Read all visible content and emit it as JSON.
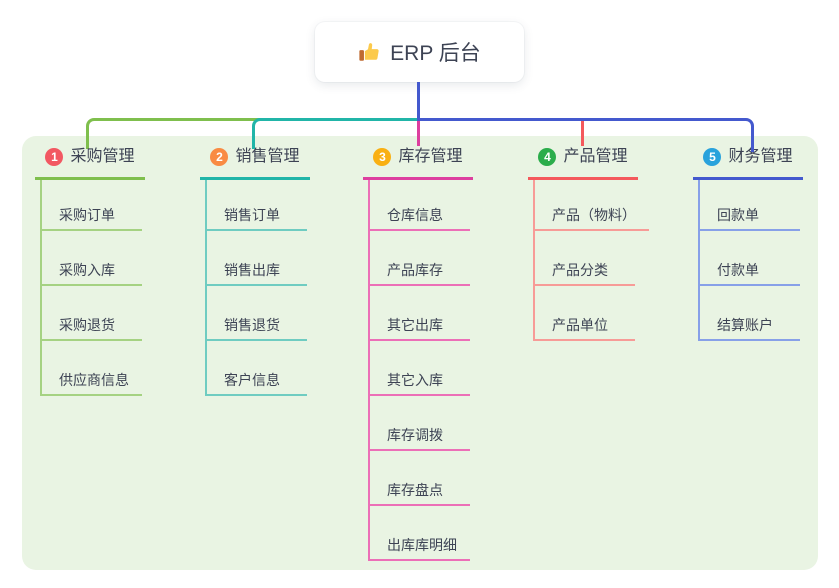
{
  "root": {
    "label": "ERP 后台",
    "icon": "thumbs-up-icon"
  },
  "branches": [
    {
      "number": "1",
      "title": "采购管理",
      "line_color": "#7fbf4d",
      "child_line_color": "#a5d282",
      "badge_color": "#f25862",
      "children": [
        "采购订单",
        "采购入库",
        "采购退货",
        "供应商信息"
      ]
    },
    {
      "number": "2",
      "title": "销售管理",
      "line_color": "#21b5a8",
      "child_line_color": "#6fccc1",
      "badge_color": "#f98b43",
      "children": [
        "销售订单",
        "销售出库",
        "销售退货",
        "客户信息"
      ]
    },
    {
      "number": "3",
      "title": "库存管理",
      "line_color": "#dd3f9f",
      "child_line_color": "#ec6fb7",
      "badge_color": "#f9b013",
      "children": [
        "仓库信息",
        "产品库存",
        "其它出库",
        "其它入库",
        "库存调拨",
        "库存盘点",
        "出库库明细"
      ]
    },
    {
      "number": "4",
      "title": "产品管理",
      "line_color": "#f4595c",
      "child_line_color": "#f79b97",
      "badge_color": "#2bad4b",
      "children": [
        "产品（物料）",
        "产品分类",
        "产品单位"
      ]
    },
    {
      "number": "5",
      "title": "财务管理",
      "line_color": "#4459ce",
      "child_line_color": "#87a0e8",
      "badge_color": "#29a2dc",
      "children": [
        "回款单",
        "付款单",
        "结算账户"
      ]
    }
  ],
  "colors": {
    "background_panel": "#e9f4e3",
    "root_connector": "#4459ce",
    "text": "#3d4354",
    "root_card": "#ffffff"
  }
}
